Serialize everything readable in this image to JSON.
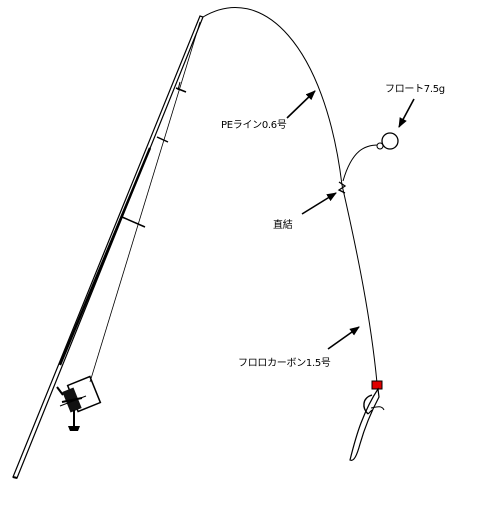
{
  "labels": {
    "pe_line": "PEライン0.6号",
    "float": "フロート7.5g",
    "direct_knot": "直結",
    "fluorocarbon": "フロロカーボン1.5号"
  },
  "colors": {
    "line": "#000000",
    "background": "#ffffff",
    "lure_accent": "#e00000"
  }
}
